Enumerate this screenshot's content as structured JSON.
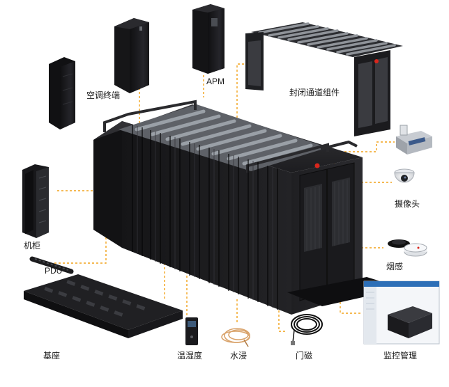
{
  "labels": {
    "ac_terminal": "空调终端",
    "apm": "APM",
    "closed_aisle": "封闭通道组件",
    "camera": "摄像头",
    "cabinet": "机柜",
    "pdu": "PDU",
    "smoke": "烟感",
    "base": "基座",
    "temp_humidity": "温湿度",
    "water_leak": "水浸",
    "door_magnet": "门磁",
    "monitoring": "监控管理"
  },
  "colors": {
    "leader_line": "#f2a21a",
    "equipment": "#1c1c1e",
    "equipment_light": "#2e2e31",
    "frame": "#333336",
    "background": "#ffffff"
  },
  "icons": {
    "indicator": "red-status-light",
    "camera": "dome-camera",
    "smoke": "smoke-detector",
    "sensor": "door-magnet-sensor"
  }
}
